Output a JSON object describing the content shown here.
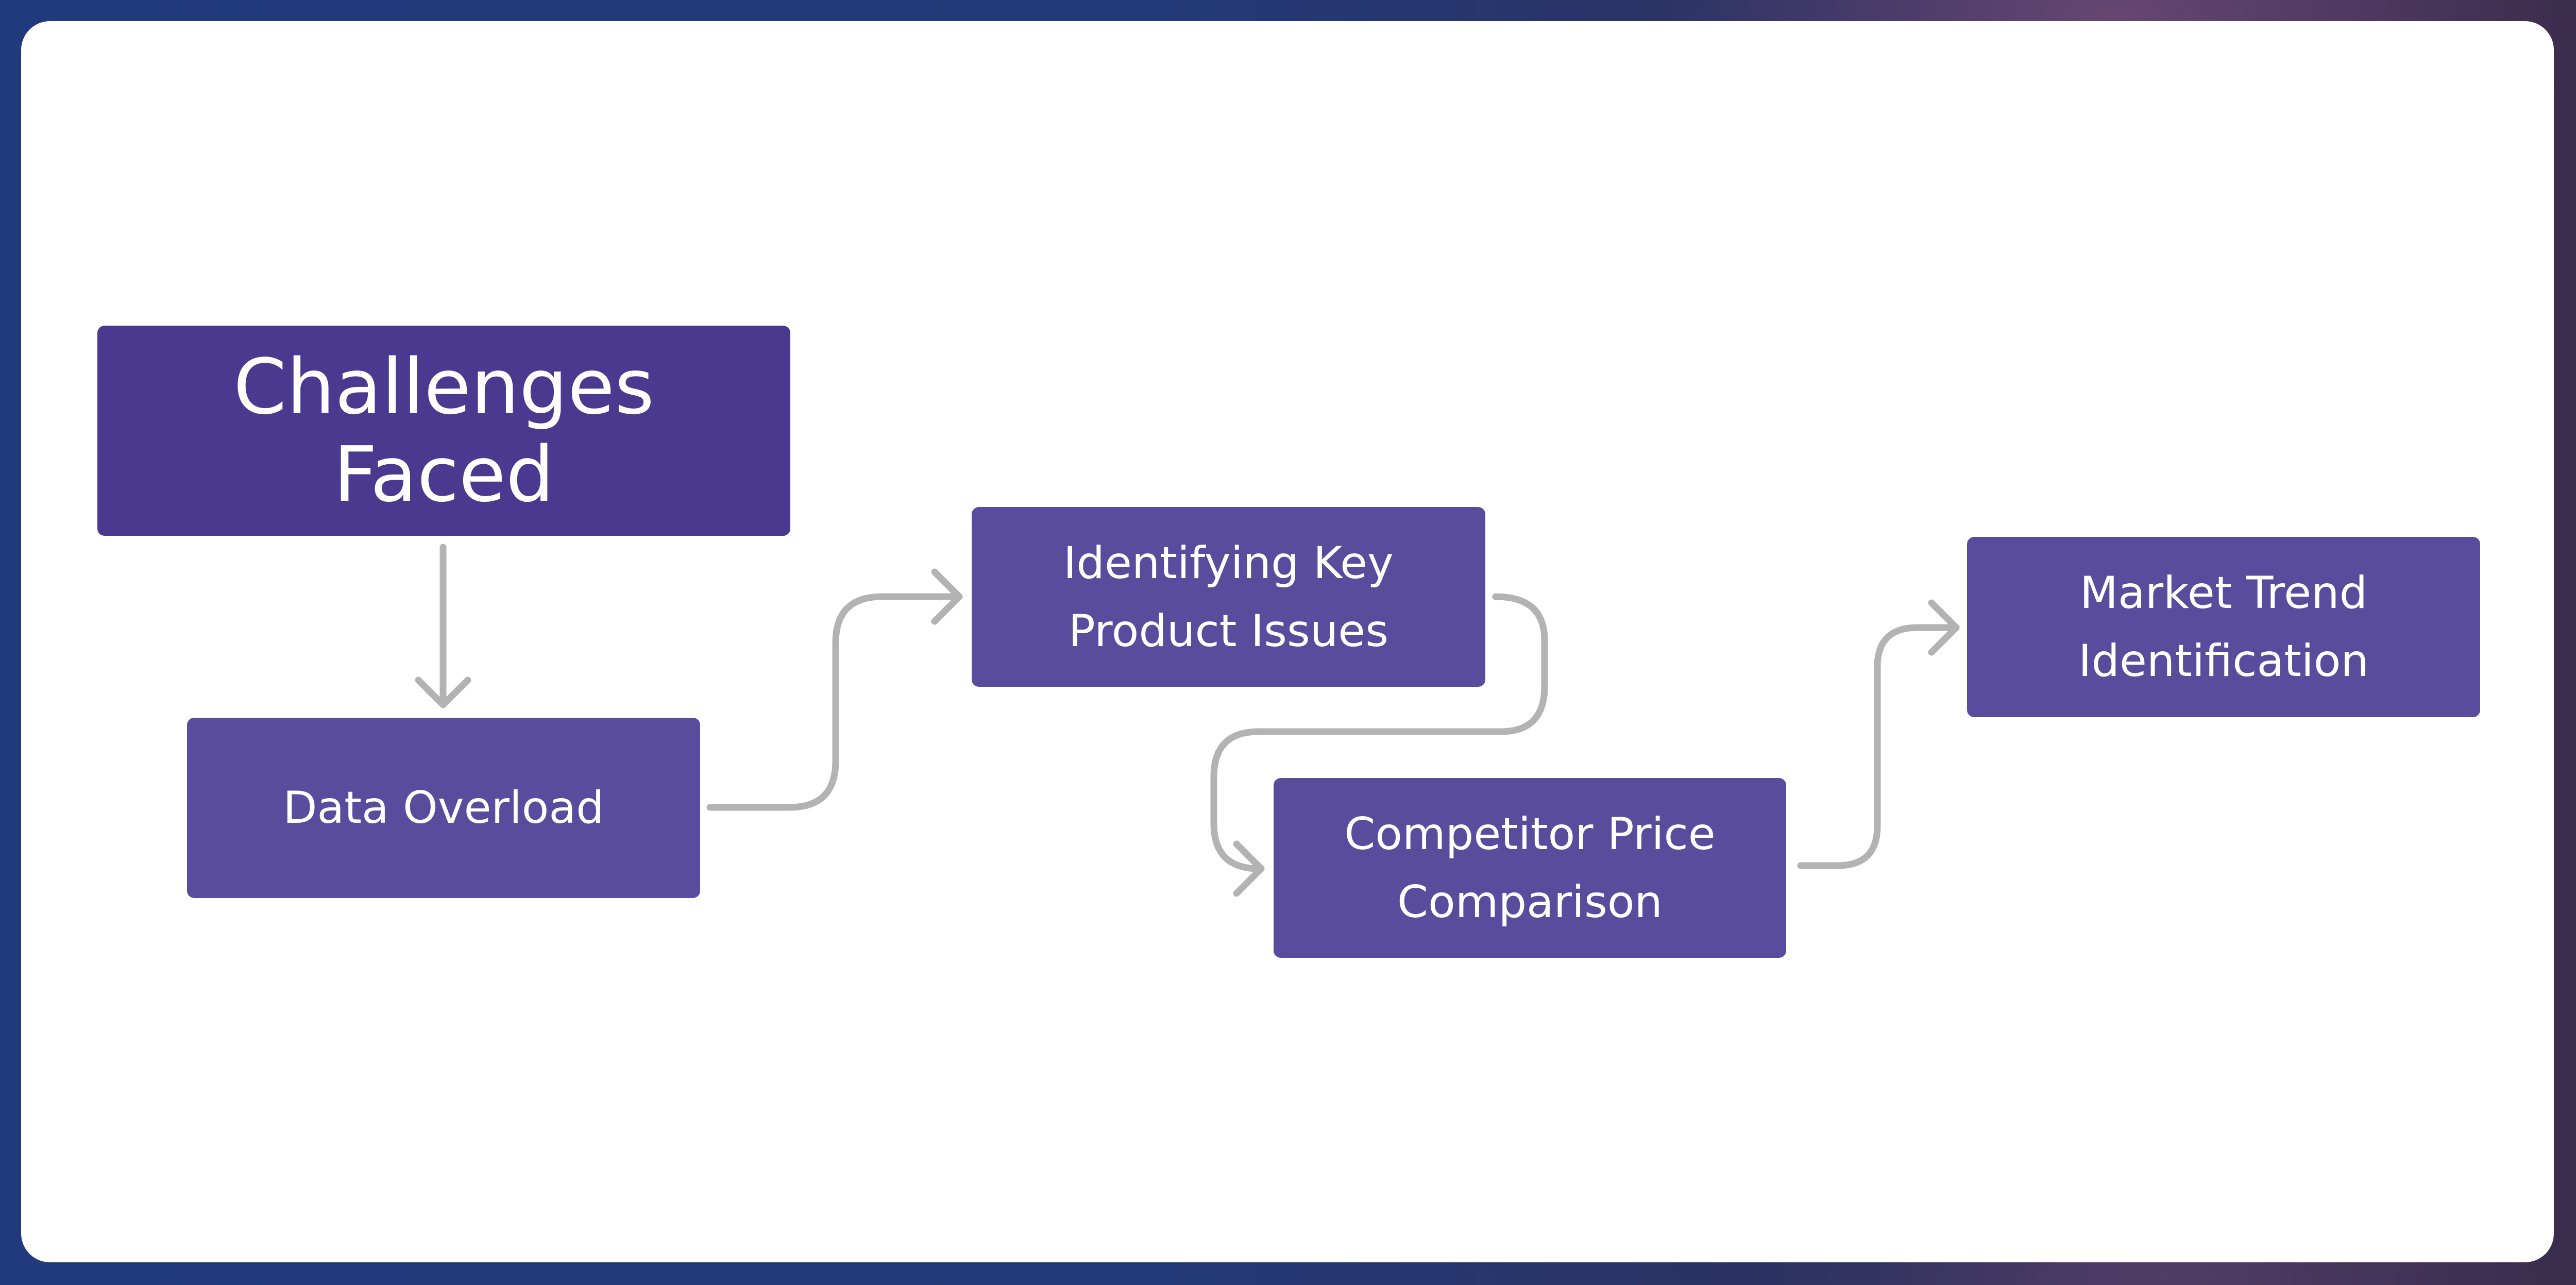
{
  "diagram": {
    "title": "Challenges Faced",
    "steps": [
      {
        "id": "data-overload",
        "label": "Data Overload"
      },
      {
        "id": "identifying-key-product-issues",
        "label": "Identifying Key\nProduct Issues"
      },
      {
        "id": "competitor-price-comparison",
        "label": "Competitor Price\nComparison"
      },
      {
        "id": "market-trend-identification",
        "label": "Market Trend\nIdentification"
      }
    ]
  },
  "colors": {
    "title_box": "#4a3a8f",
    "step_box": "#5a4c9c",
    "connector": "#b3b3b3",
    "card": "#ffffff"
  }
}
